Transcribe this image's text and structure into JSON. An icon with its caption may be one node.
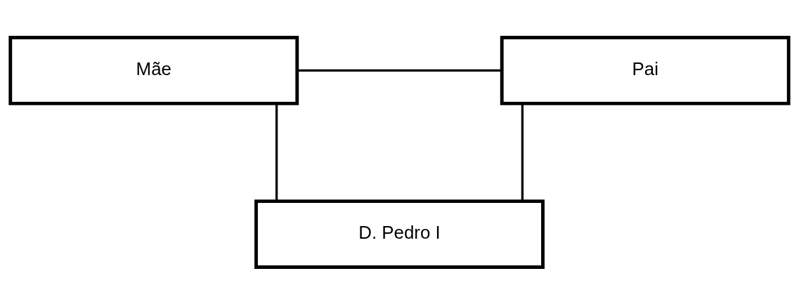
{
  "diagram": {
    "nodes": [
      {
        "text": [
          "Mãe"
        ]
      },
      {
        "text": [
          "Pai"
        ]
      },
      {
        "text": [
          "D. Pedro I"
        ]
      }
    ],
    "edges": [
      {
        "from": 0,
        "to": 1,
        "arrow": "none"
      },
      {
        "from": 0,
        "to": 2,
        "arrow": "none"
      },
      {
        "from": 1,
        "to": 2,
        "arrow": "none"
      }
    ]
  }
}
